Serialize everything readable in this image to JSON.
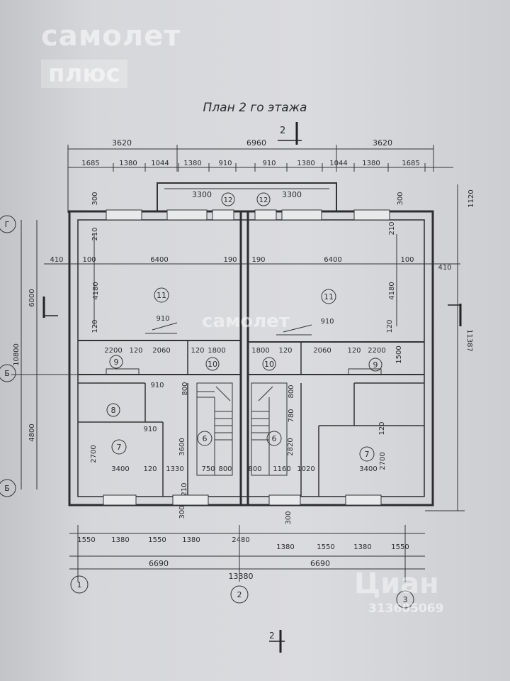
{
  "title": "План 2 го этажа",
  "watermark": {
    "brand_line1": "самолет",
    "brand_line2": "плюс",
    "center": "самолет",
    "bottom_right": "Циан",
    "bottom_right_id": "313605069"
  },
  "section_mark": "2",
  "top_dims_row1": [
    "3620",
    "6960",
    "3620"
  ],
  "top_dims_row2": [
    "1685",
    "1380",
    "1044",
    "1380",
    "910",
    "910",
    "1380",
    "1044",
    "1380",
    "1685"
  ],
  "balcony": {
    "left_len": "3300",
    "right_len": "3300",
    "tag": "12",
    "side": "1120"
  },
  "upper_room": {
    "tag": "11",
    "width_left": "6400",
    "width_right": "6400",
    "gap_left": "190",
    "gap_right": "190",
    "edge_left": "100",
    "edge_right": "100",
    "outer_left": "410",
    "outer_right": "410",
    "height": "4180",
    "top_wall": "300",
    "top_inner": "210",
    "door": "910",
    "sill": "120"
  },
  "corridor_row": [
    "2200",
    "120",
    "2060",
    "120",
    "1800",
    "1800",
    "120",
    "2060",
    "120",
    "2200"
  ],
  "rooms": {
    "r6": "6",
    "r7": "7",
    "r8": "8",
    "r9": "9",
    "r10": "10"
  },
  "lower_dims": [
    "3400",
    "120",
    "1330",
    "750",
    "800",
    "800",
    "1160",
    "1020",
    "3400"
  ],
  "lower_verts": {
    "r7_height": "2700",
    "r6_height": "3600",
    "stair_h": "2820",
    "side_h": "120",
    "small": "910",
    "sub": "800",
    "v1": "1500",
    "v2": "780",
    "v3": "210",
    "v4": "300"
  },
  "bottom_dims": [
    "1550",
    "1380",
    "1550",
    "1380",
    "2480",
    "1380",
    "1550",
    "1380",
    "1550"
  ],
  "total_halves": [
    "6690",
    "6690"
  ],
  "total_width": "13380",
  "left_dims": {
    "total": "10800",
    "upper": "6000",
    "lower": "4800"
  },
  "right_dims": {
    "total": "11387"
  },
  "axes_rows": [
    "Г",
    "Б",
    "Б"
  ],
  "axes_cols": [
    "1",
    "2",
    "3"
  ]
}
